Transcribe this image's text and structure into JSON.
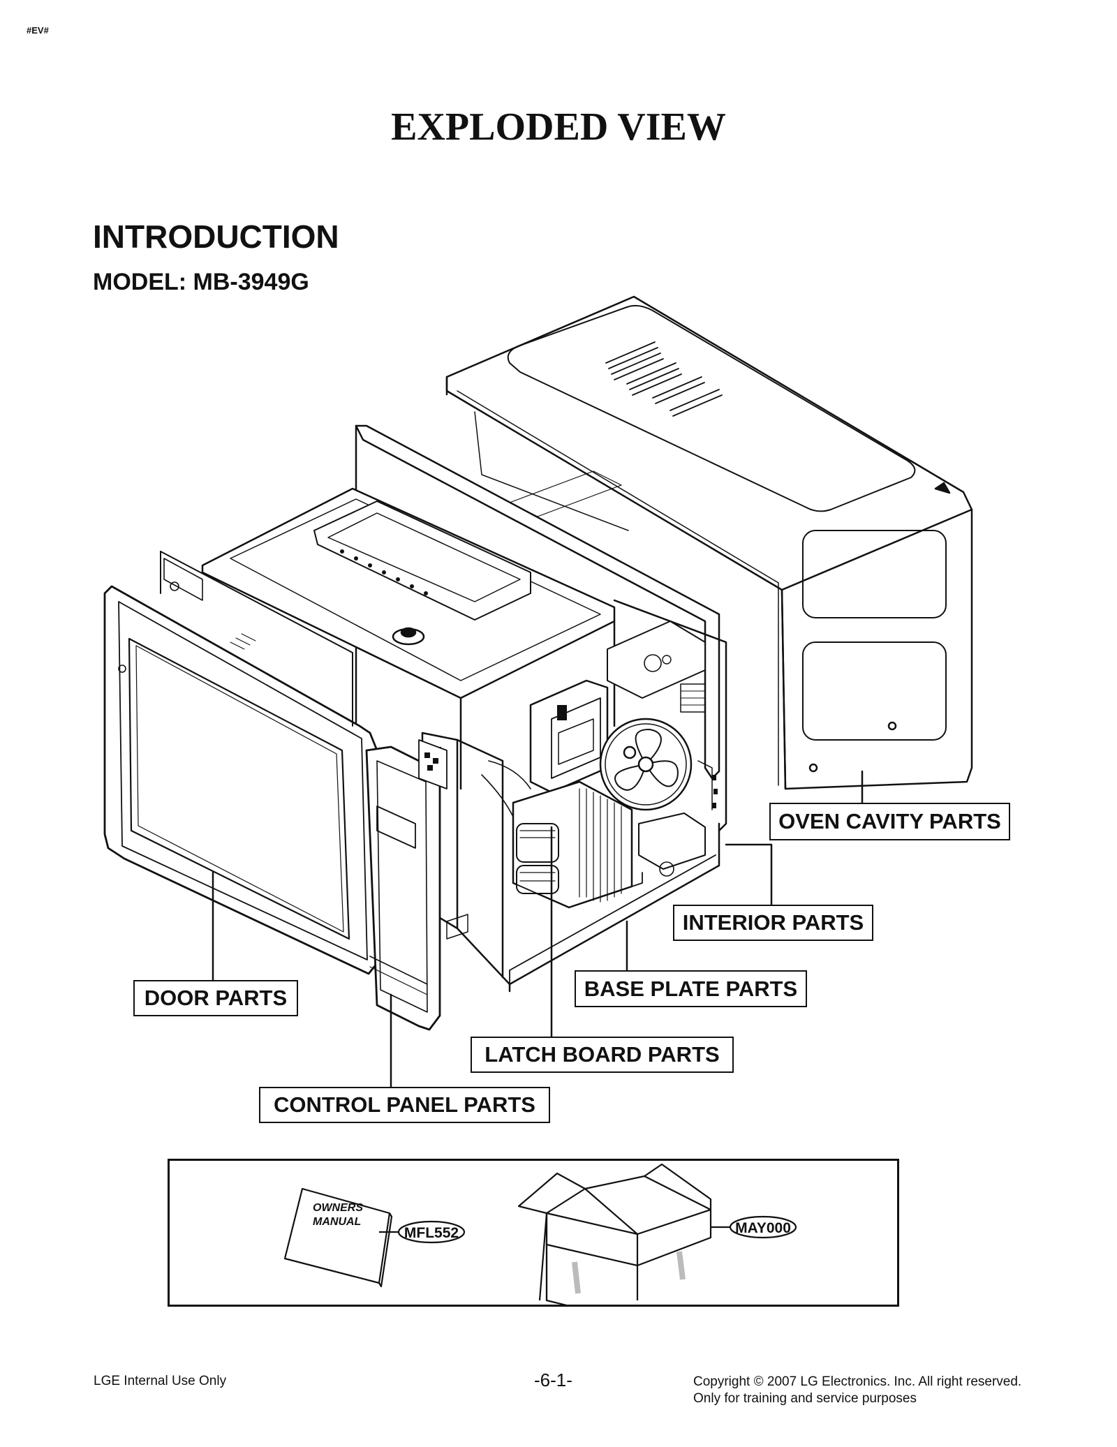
{
  "page": {
    "corner_tag": "#EV#",
    "title": "EXPLODED VIEW",
    "section_heading": "INTRODUCTION",
    "model": "MODEL: MB-3949G"
  },
  "callouts": {
    "oven_cavity": "OVEN CAVITY PARTS",
    "interior": "INTERIOR PARTS",
    "base_plate": "BASE PLATE PARTS",
    "door": "DOOR PARTS",
    "latch_board": "LATCH BOARD PARTS",
    "control_panel": "CONTROL PANEL PARTS"
  },
  "accessories": {
    "manual_line1": "OWNERS",
    "manual_line2": "MANUAL",
    "manual_code": "MFL552",
    "box_code": "MAY000"
  },
  "footer": {
    "left": "LGE Internal Use Only",
    "center": "-6-1-",
    "right_line1": "Copyright © 2007 LG Electronics. Inc. All right reserved.",
    "right_line2": "Only for training and service purposes"
  }
}
